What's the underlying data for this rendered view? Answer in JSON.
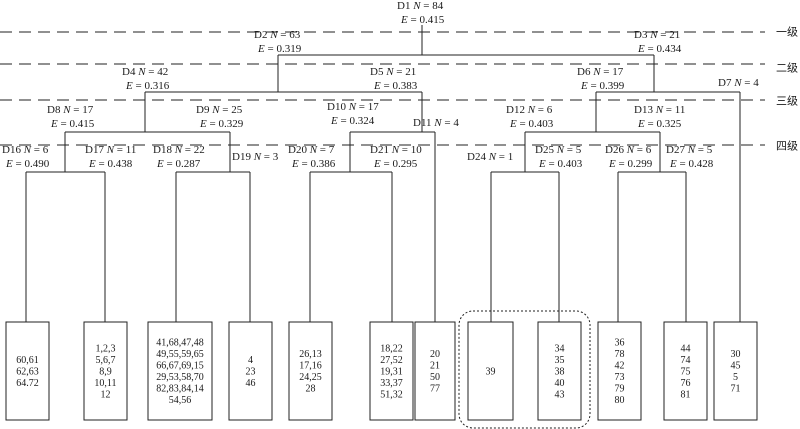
{
  "levels": [
    {
      "id": "L1",
      "label": "一级"
    },
    {
      "id": "L2",
      "label": "二级"
    },
    {
      "id": "L3",
      "label": "三级"
    },
    {
      "id": "L4",
      "label": "四级"
    }
  ],
  "nodes": [
    {
      "id": "D1",
      "N": "84",
      "E": "0.415"
    },
    {
      "id": "D2",
      "N": "63",
      "E": "0.319"
    },
    {
      "id": "D3",
      "N": "21",
      "E": "0.434"
    },
    {
      "id": "D4",
      "N": "42",
      "E": "0.316"
    },
    {
      "id": "D5",
      "N": "21",
      "E": "0.383"
    },
    {
      "id": "D6",
      "N": "17",
      "E": "0.399"
    },
    {
      "id": "D7",
      "N": "4"
    },
    {
      "id": "D8",
      "N": "17",
      "E": "0.415"
    },
    {
      "id": "D9",
      "N": "25",
      "E": "0.329"
    },
    {
      "id": "D10",
      "N": "17",
      "E": "0.324"
    },
    {
      "id": "D11",
      "N": "4"
    },
    {
      "id": "D12",
      "N": "6",
      "E": "0.403"
    },
    {
      "id": "D13",
      "N": "11",
      "E": "0.325"
    },
    {
      "id": "D16",
      "N": "6",
      "E": "0.490"
    },
    {
      "id": "D17",
      "N": "11",
      "E": "0.438"
    },
    {
      "id": "D18",
      "N": "22",
      "E": "0.287"
    },
    {
      "id": "D19",
      "N": "3"
    },
    {
      "id": "D20",
      "N": "7",
      "E": "0.386"
    },
    {
      "id": "D21",
      "N": "10",
      "E": "0.295"
    },
    {
      "id": "D24",
      "N": "1"
    },
    {
      "id": "D25",
      "N": "5",
      "E": "0.403"
    },
    {
      "id": "D26",
      "N": "6",
      "E": "0.299"
    },
    {
      "id": "D27",
      "N": "5",
      "E": "0.428"
    }
  ],
  "leaves": [
    {
      "node": "D16",
      "lines": [
        "60,61",
        "62,63",
        "64.72"
      ]
    },
    {
      "node": "D17",
      "lines": [
        "1,2,3",
        "5,6,7",
        "8,9",
        "10,11",
        "12"
      ]
    },
    {
      "node": "D18",
      "lines": [
        "41,68,47,48",
        "49,55,59,65",
        "66,67,69,15",
        "29,53,58,70",
        "82,83,84,14",
        "54,56"
      ]
    },
    {
      "node": "D19",
      "lines": [
        "4",
        "23",
        "46"
      ]
    },
    {
      "node": "D20",
      "lines": [
        "26,13",
        "17,16",
        "24,25",
        "28"
      ]
    },
    {
      "node": "D21",
      "lines": [
        "18,22",
        "27,52",
        "19,31",
        "33,37",
        "51,32"
      ]
    },
    {
      "node": "D11",
      "lines": [
        "20",
        "21",
        "50",
        "77"
      ]
    },
    {
      "node": "D24",
      "lines": [
        "39"
      ]
    },
    {
      "node": "D25",
      "lines": [
        "34",
        "35",
        "38",
        "40",
        "43"
      ]
    },
    {
      "node": "D26",
      "lines": [
        "36",
        "78",
        "42",
        "73",
        "79",
        "80"
      ]
    },
    {
      "node": "D27",
      "lines": [
        "44",
        "74",
        "75",
        "76",
        "81"
      ]
    },
    {
      "node": "D7",
      "lines": [
        "30",
        "45",
        "5",
        "71"
      ]
    }
  ]
}
